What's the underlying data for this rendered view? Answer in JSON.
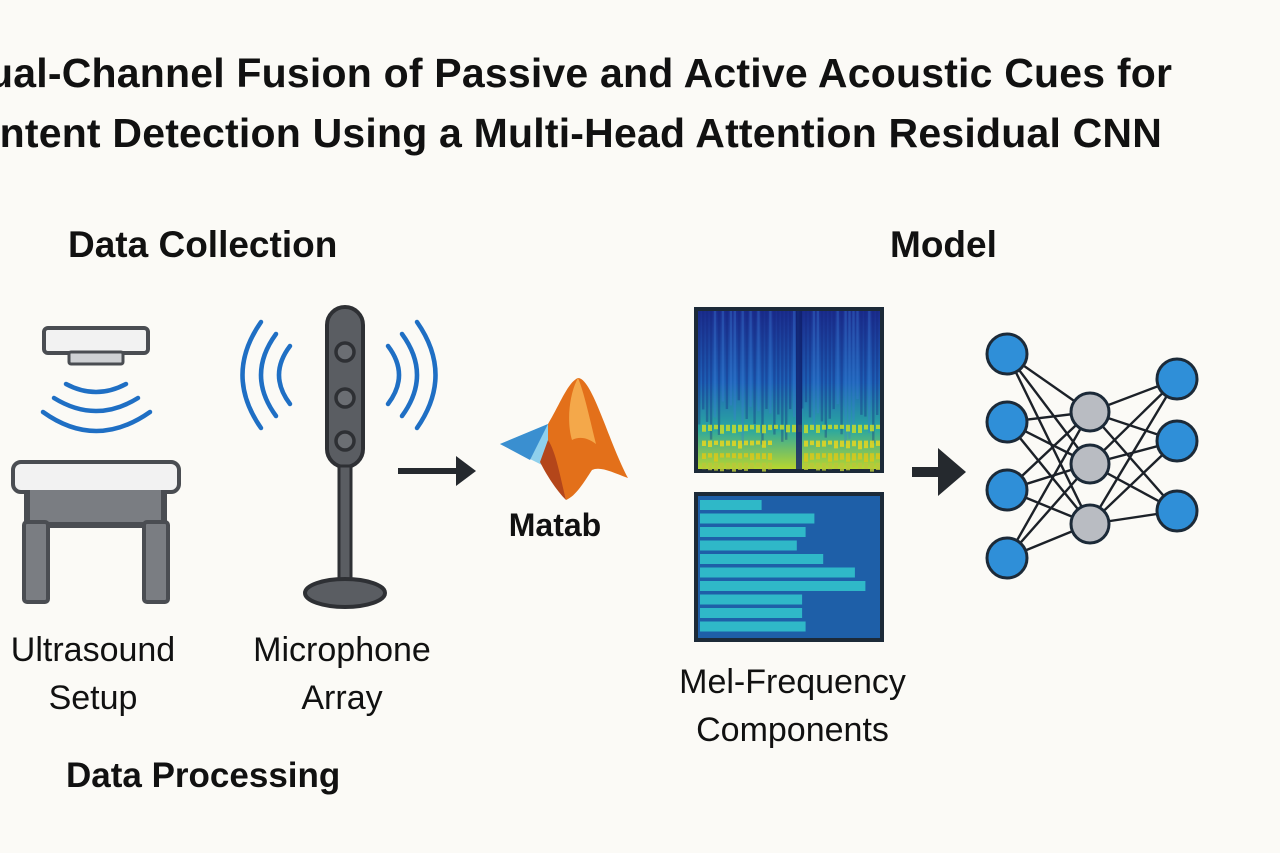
{
  "title": {
    "line1": "ual-Channel Fusion of Passive and Active Acoustic Cues for",
    "line2": "Intent Detection Using a Multi-Head Attention Residual CNN"
  },
  "sections": {
    "data_collection": "Data Collection",
    "model": "Model",
    "data_processing": "Data Processing"
  },
  "labels": {
    "ultrasound_line1": "Ultrasound",
    "ultrasound_line2": "Setup",
    "microphone_line1": "Microphone",
    "microphone_line2": "Array",
    "matlab": "Matab",
    "mel_line1": "Mel-Frequency",
    "mel_line2": "Components"
  },
  "colors": {
    "background": "#fbfaf6",
    "wave_blue": "#1f6fc4",
    "node_blue": "#2f8fd8",
    "node_gray": "#b9bcc2",
    "device_gray": "#4a4d52",
    "panel_border": "#1c2a38",
    "mel_bar": "#2fb8c8",
    "mel_panel": "#1e5fa8",
    "matlab_orange": "#e3701a",
    "matlab_blue": "#3a8fd0"
  },
  "icons": {
    "ultrasound": "ultrasound-sensor-icon",
    "microphone": "microphone-array-icon",
    "matlab": "matlab-logo-icon",
    "spectrogram": "spectrogram-icon",
    "mel": "mel-frequency-bars-icon",
    "network": "neural-network-icon"
  },
  "mel_bars": [
    0.35,
    0.65,
    0.6,
    0.55,
    0.7,
    0.88,
    0.94,
    0.58,
    0.58,
    0.6
  ],
  "network": {
    "layer_sizes": [
      4,
      3,
      3
    ]
  }
}
